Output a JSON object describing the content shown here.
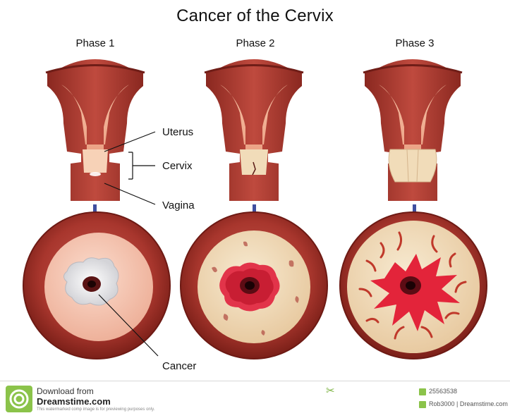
{
  "title": "Cancer of the Cervix",
  "phases": [
    {
      "label": "Phase 1"
    },
    {
      "label": "Phase 2"
    },
    {
      "label": "Phase 3"
    }
  ],
  "annotations": {
    "uterus": "Uterus",
    "cervix": "Cervix",
    "vagina": "Vagina",
    "cancer": "Cancer"
  },
  "colors": {
    "muscle_dark": "#8e2a22",
    "muscle_mid": "#b8443a",
    "inner_pink": "#f3b79a",
    "healthy_cervix": "#f6c8b6",
    "tumor_cream": "#f1dcb9",
    "tumor_red": "#e3243a",
    "arrow_blue": "#3f4fa0"
  },
  "footer": {
    "download_from": "Download from",
    "site": "Dreamstime.com",
    "notice": "This watermarked comp image is for previewing purposes only.",
    "stock_id": "25563538",
    "credit": "Rob3000 | Dreamstime.com"
  }
}
